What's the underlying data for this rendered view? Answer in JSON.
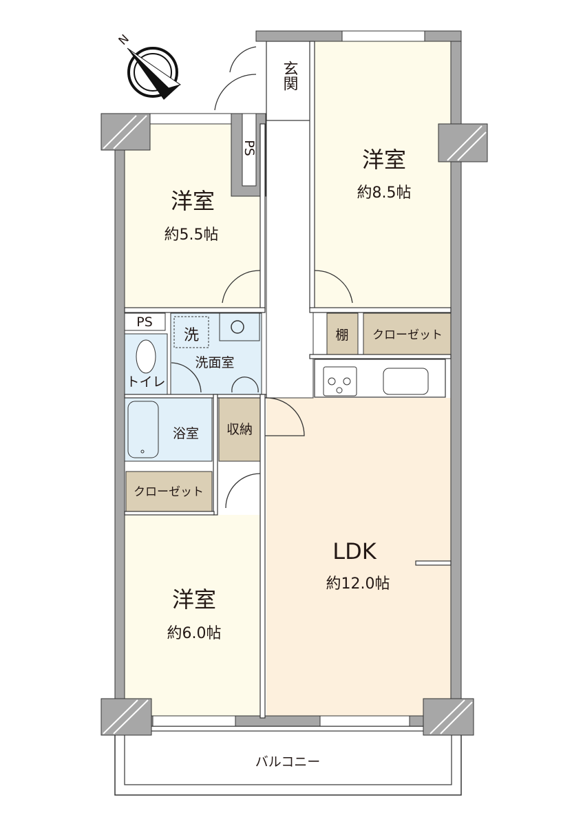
{
  "title": "Floor plan 3LDK",
  "compass": {
    "label": "N"
  },
  "rooms": {
    "western_a": {
      "name": "洋室",
      "size": "約5.5帖"
    },
    "western_b": {
      "name": "洋室",
      "size": "約8.5帖"
    },
    "western_c": {
      "name": "洋室",
      "size": "約6.0帖"
    },
    "ldk": {
      "name": "LDK",
      "size": "約12.0帖"
    },
    "entrance": {
      "name": "玄関"
    },
    "ps_upper": {
      "name": "PS"
    },
    "ps_lower": {
      "name": "PS"
    },
    "washroom": {
      "name": "洗面室"
    },
    "washer": {
      "name": "洗"
    },
    "toilet": {
      "name": "トイレ"
    },
    "bath": {
      "name": "浴室"
    },
    "storage": {
      "name": "収納"
    },
    "closet_left": {
      "name": "クローゼット"
    },
    "closet_right": {
      "name": "クローゼット"
    },
    "shelf": {
      "name": "棚"
    },
    "balcony": {
      "name": "バルコニー"
    }
  },
  "colors": {
    "wall": "#a7a7a7",
    "bedroom": "#fefbea",
    "ldk": "#fdf0dd",
    "wet": "#e1f0f9",
    "storage": "#dbcfb5"
  }
}
